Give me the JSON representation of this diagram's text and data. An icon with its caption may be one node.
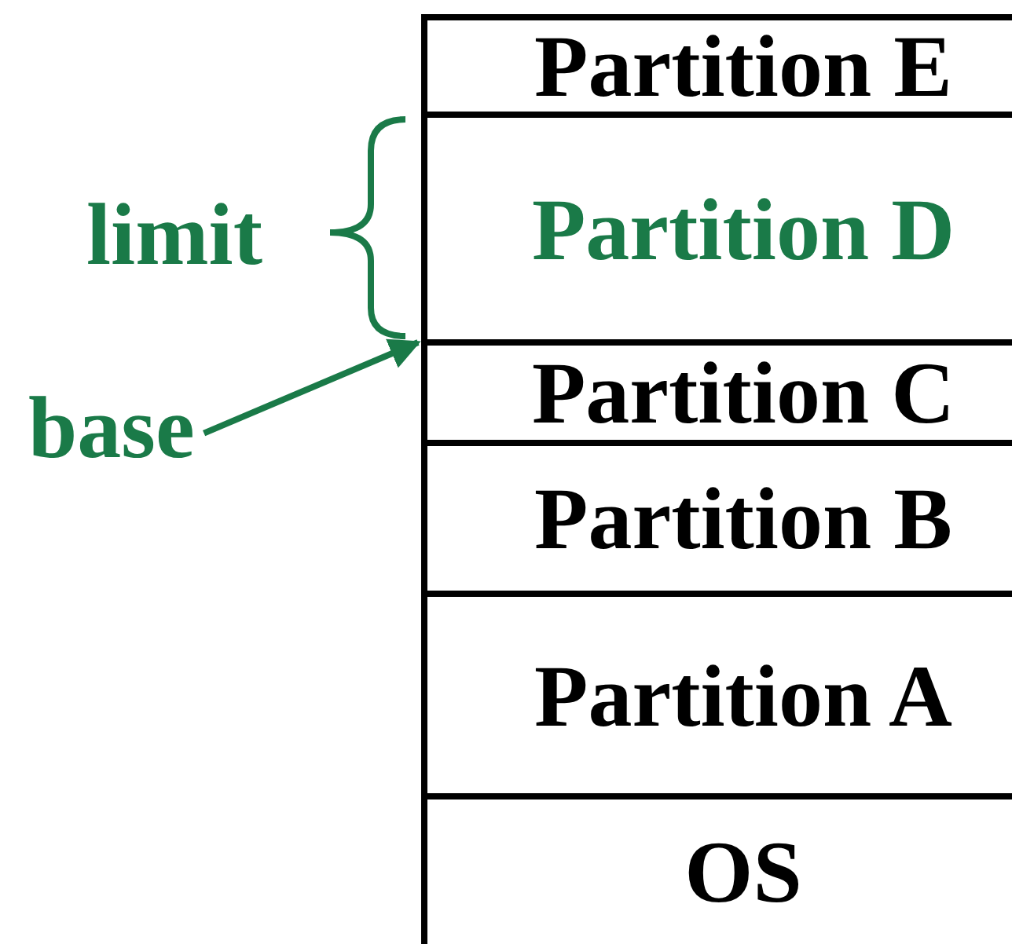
{
  "diagram": {
    "nodes": [
      {
        "text": [
          "Partition E"
        ]
      },
      {
        "text": [
          "Partition D"
        ]
      },
      {
        "text": [
          "Partition C"
        ]
      },
      {
        "text": [
          "Partition B"
        ]
      },
      {
        "text": [
          "Partition A"
        ]
      },
      {
        "text": [
          "OS"
        ]
      },
      {
        "text": [
          "base"
        ]
      }
    ],
    "edges": [
      {
        "from": 6,
        "to": 2,
        "arrow": "to"
      }
    ],
    "labels": [
      "limit"
    ]
  }
}
